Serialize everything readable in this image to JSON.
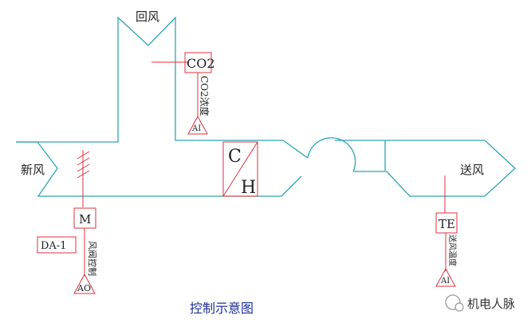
{
  "labels": {
    "return_air": "回风",
    "fresh_air": "新风",
    "supply_air": "送风",
    "co2_box": "CO2",
    "co2_vertical": "CO2浓度",
    "co2_signal": "AI",
    "cooling": "C",
    "heating": "H",
    "actuator": "M",
    "damper_tag": "DA-1",
    "damper_vertical": "风阀控制",
    "damper_signal": "AO",
    "temp_box": "TE",
    "temp_vertical": "送风温度",
    "temp_signal": "AI"
  },
  "caption": "控制示意图",
  "watermark": "机电人脉",
  "colors": {
    "duct": "#2aa6b4",
    "control": "#e0303a",
    "caption": "#1f2f9a"
  }
}
